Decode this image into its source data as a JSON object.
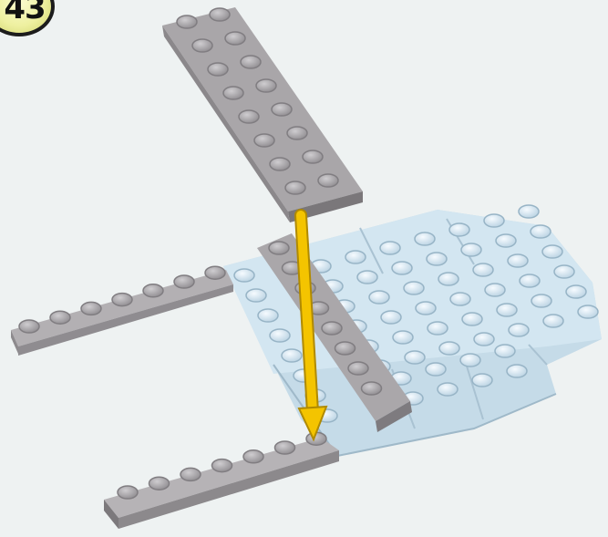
{
  "step": {
    "number": "43"
  },
  "colors": {
    "background": "#eef2f2",
    "gray_plate": "#a7a4a7",
    "light_blue_plate": "#cfe3ef",
    "arrow": "#f4c400",
    "badge_fill": "#eef0a0"
  },
  "icons": [
    "plate-2x8-gray",
    "placement-arrow"
  ]
}
